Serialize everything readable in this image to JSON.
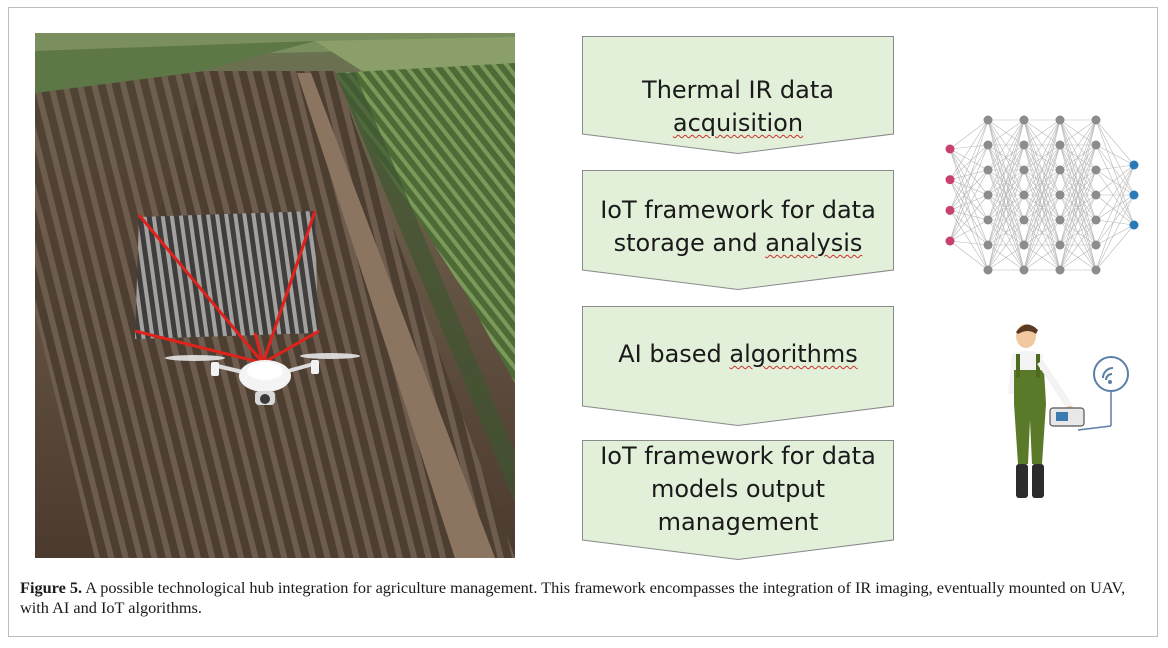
{
  "flowchart": {
    "steps": [
      {
        "text": [
          {
            "t": "Thermal IR data"
          },
          {
            "t": "acquisition",
            "spell": true
          }
        ]
      },
      {
        "text": [
          {
            "t": "IoT framework for data"
          },
          {
            "t": "storage and ",
            "spell_suffix": "analysis"
          }
        ]
      },
      {
        "text": [
          {
            "t": "AI based ",
            "spell_suffix": "algorithms"
          }
        ]
      },
      {
        "text": [
          {
            "t": "IoT framework for data"
          },
          {
            "t": "models output"
          },
          {
            "t": "management"
          }
        ]
      }
    ],
    "box_color": "#e2f0d9",
    "box_border": "#8a8a8a"
  },
  "neural_network": {
    "layer_sizes": [
      4,
      7,
      7,
      7,
      7,
      3
    ],
    "input_color": "#c8416c",
    "hidden_color": "#8c8c8c",
    "output_color": "#2a7ab8"
  },
  "caption": {
    "label": "Figure 5.",
    "text": " A possible technological hub integration for agriculture management. This framework encompasses the integration of IR imaging, eventually mounted on UAV, with AI and IoT algorithms."
  }
}
